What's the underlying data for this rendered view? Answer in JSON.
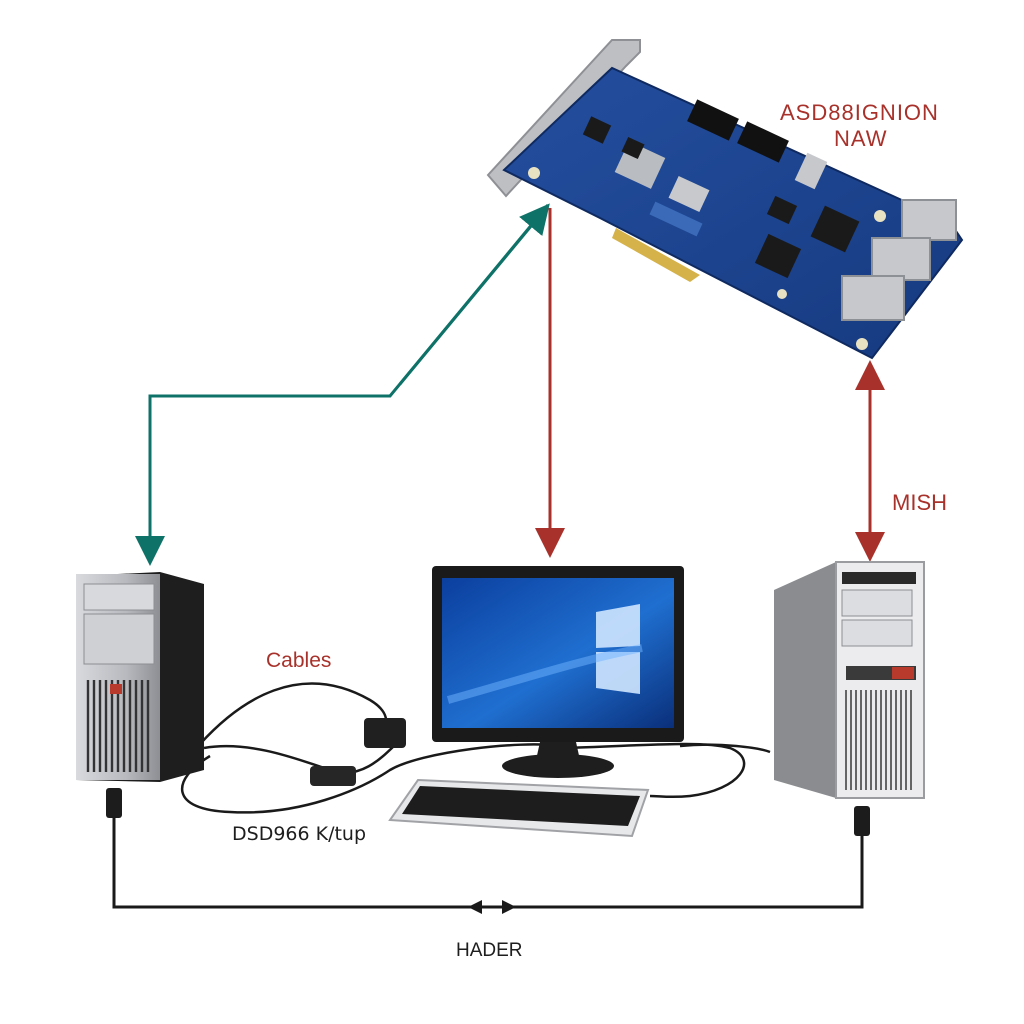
{
  "colors": {
    "teal_link": "#0f7268",
    "red_link": "#a8322b",
    "black_link": "#1a1a1a",
    "label_red": "#a8322b",
    "label_dark": "#1e1e1e",
    "pcb_blue": "#1f4a9a",
    "screen_blue": "#1f6fd0"
  },
  "labels": {
    "card_title_line1": "ASD88IGNION",
    "card_title_line2": "NAW",
    "mish": "MISH",
    "cables": "Cables",
    "setup": "DSD966 K/tup",
    "hader": "HADER"
  },
  "nodes": {
    "network_card": {
      "icon": "pcie-network-card-icon"
    },
    "left_tower": {
      "icon": "desktop-tower-icon"
    },
    "monitor": {
      "icon": "monitor-icon"
    },
    "keyboard": {
      "icon": "keyboard-icon"
    },
    "right_tower": {
      "icon": "server-tower-icon"
    },
    "adapter": {
      "icon": "cable-adapter-icon"
    }
  },
  "connections": [
    {
      "from": "network_card",
      "to": "left_tower",
      "color": "teal_link"
    },
    {
      "from": "network_card",
      "to": "monitor",
      "color": "red_link"
    },
    {
      "from": "network_card",
      "to": "right_tower",
      "color": "red_link",
      "label": "mish"
    },
    {
      "from": "left_tower",
      "to": "right_tower",
      "color": "black_link",
      "label": "hader"
    }
  ]
}
